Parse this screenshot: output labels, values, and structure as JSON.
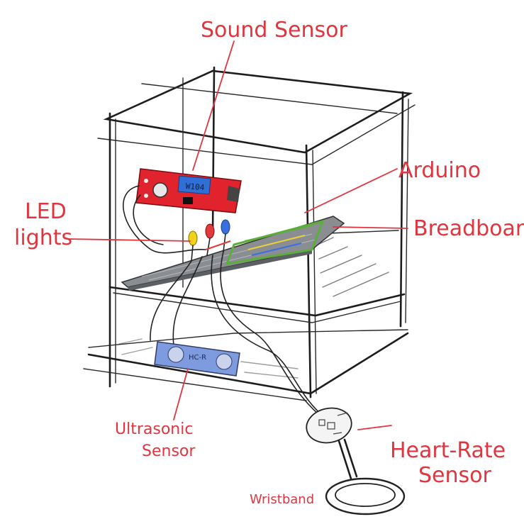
{
  "labels": {
    "sound_sensor": "Sound Sensor",
    "arduino": "Arduino",
    "led_lights_line1": "LED",
    "led_lights_line2": "lights",
    "breadboard": "Breadboard",
    "ultrasonic_line1": "Ultrasonic",
    "ultrasonic_line2": "Sensor",
    "heart_rate_line1": "Heart-Rate",
    "heart_rate_line2": "Sensor",
    "wristband": "Wristband"
  },
  "component_text": {
    "sound_module_chip": "W104",
    "ultrasonic_module": "HC-R"
  },
  "colors": {
    "label_red": "#e0353f",
    "sound_board": "#e0232d",
    "sound_chip": "#2f6fd6",
    "ultrasonic_board": "#7f9be0",
    "breadboard_grey": "#8a8d92",
    "arduino_green": "#5cae3a",
    "led_yellow": "#f2d21a",
    "led_red": "#e23a3a",
    "led_blue": "#3a6fe0"
  }
}
